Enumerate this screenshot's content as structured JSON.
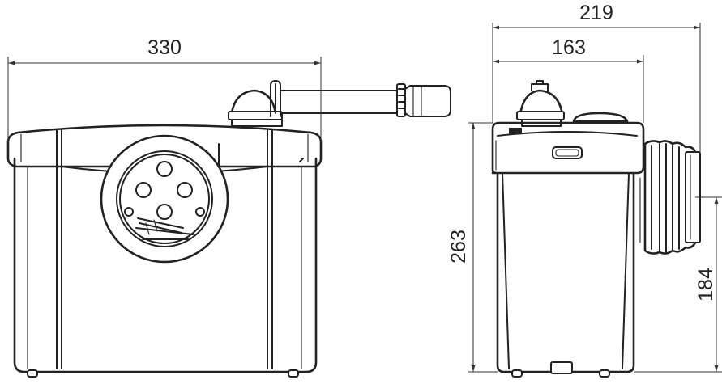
{
  "dimensions": {
    "front_width": "330",
    "side_total_depth": "219",
    "side_body_depth": "163",
    "side_height": "263",
    "outlet_height": "184"
  },
  "colors": {
    "line": "#222222",
    "background": "#ffffff"
  }
}
